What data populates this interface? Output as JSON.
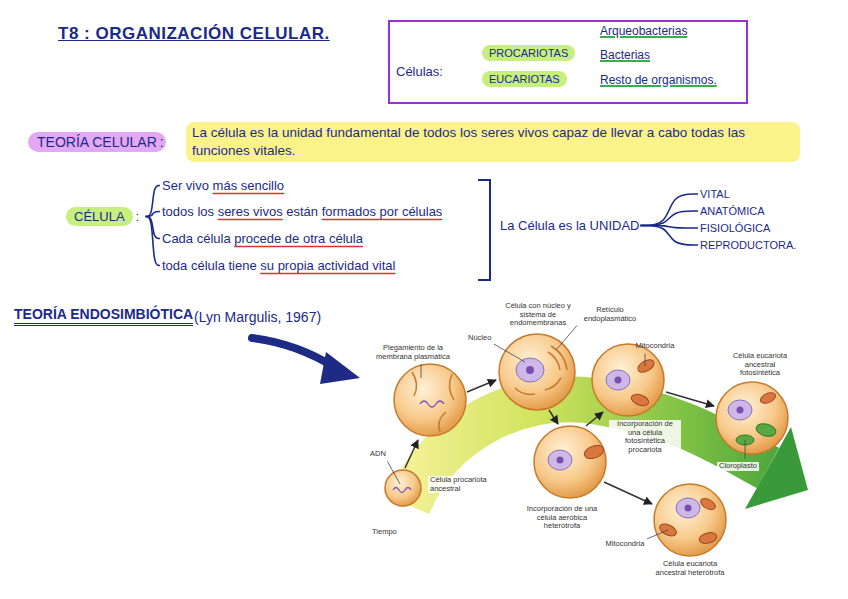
{
  "diagram": {
    "title": "T8 : ORGANIZACIÓN CELULAR.",
    "nodes": [
      {
        "text": []
      },
      {
        "text": [
          "Células:"
        ],
        "in": 0
      },
      {
        "text": [
          "PROCARIOTAS"
        ],
        "in": 0
      },
      {
        "text": [
          "EUCARIOTAS"
        ],
        "in": 0
      },
      {
        "text": [
          "Arqueobacterias"
        ],
        "in": 0
      },
      {
        "text": [
          "Bacterias"
        ],
        "in": 0
      },
      {
        "text": [
          "Resto de organismos."
        ],
        "in": 0
      },
      {
        "text": [
          "TEORÍA CELULAR"
        ]
      },
      {
        "text": [
          "La célula es la unidad fundamental de todos los seres vivos capaz de llevar a cabo todas las funciones vitales."
        ]
      },
      {
        "text": [
          "CÉLULA"
        ]
      },
      {
        "text": [
          "Ser vivo más sencillo"
        ]
      },
      {
        "text": [
          "todos los seres vivos están formados por células"
        ]
      },
      {
        "text": [
          "Cada célula procede de otra célula"
        ]
      },
      {
        "text": [
          "toda célula tiene su propia actividad vital"
        ]
      },
      {
        "text": [
          "La Célula es la UNIDAD"
        ]
      },
      {
        "text": [
          "VITAL"
        ]
      },
      {
        "text": [
          "ANATÓMICA"
        ]
      },
      {
        "text": [
          "FISIOLÓGICA"
        ]
      },
      {
        "text": [
          "REPRODUCTORA."
        ]
      }
    ],
    "edges": [
      {
        "from": 1,
        "to": 2,
        "arrow": "none"
      },
      {
        "from": 1,
        "to": 3,
        "arrow": "none"
      },
      {
        "from": 2,
        "to": 4,
        "arrow": "none"
      },
      {
        "from": 2,
        "to": 5,
        "arrow": "none"
      },
      {
        "from": 3,
        "to": 6,
        "arrow": "to"
      },
      {
        "from": 9,
        "to": 10,
        "arrow": "none"
      },
      {
        "from": 9,
        "to": 11,
        "arrow": "none"
      },
      {
        "from": 9,
        "to": 12,
        "arrow": "none"
      },
      {
        "from": 9,
        "to": 13,
        "arrow": "none"
      },
      {
        "from": 14,
        "to": 15,
        "arrow": "none"
      },
      {
        "from": 14,
        "to": 16,
        "arrow": "none"
      },
      {
        "from": 14,
        "to": 17,
        "arrow": "none"
      },
      {
        "from": 14,
        "to": 18,
        "arrow": "none"
      }
    ],
    "labels": [
      ":",
      ":",
      "TEORÍA ENDOSIMBIÓTICA",
      "(Lyn Margulis, 1967)",
      "Célula con núcleo y sistema de endomembranas",
      "Retículo endoplasmático",
      "Plegamiento de la membrana plasmática",
      "Núcleo",
      "Mitocondria",
      "Célula eucariota ancestral fotosintética",
      "ADN",
      "Célula procariota ancestral",
      "Incorporación de una célula fotosintética procariota",
      "Cloroplasto",
      "Tiempo",
      "Incorporación de una célula aeróbica heterótrofa",
      "Mitocondria",
      "Célula eucariota ancestral heterótrofa"
    ]
  }
}
